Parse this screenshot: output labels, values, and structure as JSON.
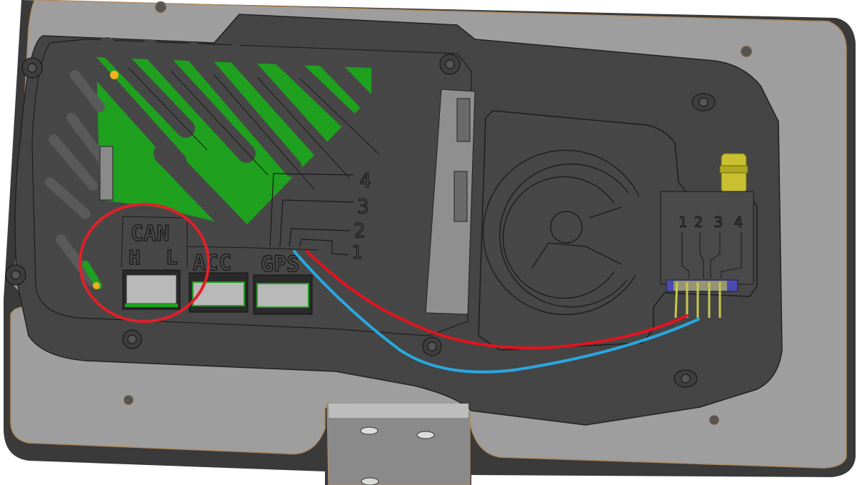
{
  "scene": {
    "title": "Enclosure CAD render with CAN / ACC / GPS connectors and 4-pin header wiring",
    "colors": {
      "background": "#ffffff",
      "plate": "#9e9e9e",
      "plate_edge": "#b08a60",
      "frame": "#3a3a3a",
      "enclosure": "#454545",
      "enclosure_dark": "#2e2e2e",
      "pcb_green": "#1fa01f",
      "connector_gray": "#b9b9b9",
      "highlight_circle": "#e0202a",
      "wire_red": "#e3141e",
      "wire_blue": "#2aa8e0",
      "antenna_gold": "#c8c030",
      "header_blue": "#4a4ab0",
      "header_pins": "#c8c850",
      "bracket": "#8a8a8a",
      "marker_yellow": "#f0b020"
    }
  },
  "labels": {
    "can": "CAN",
    "can_h": "H",
    "can_l": "L",
    "acc": "ACC",
    "gps": "GPS",
    "trace_numbers": [
      "4",
      "3",
      "2",
      "1"
    ],
    "header_numbers": [
      "1",
      "2",
      "3",
      "4"
    ]
  },
  "connectors": [
    {
      "name": "CAN",
      "highlighted": true
    },
    {
      "name": "ACC",
      "highlighted": false
    },
    {
      "name": "GPS",
      "highlighted": false
    }
  ],
  "wires": [
    {
      "color": "red",
      "from": "GPS trace 1",
      "to": "header pin 2"
    },
    {
      "color": "blue",
      "from": "GPS trace 1",
      "to": "header pin 3"
    }
  ],
  "annotation": {
    "type": "circle",
    "target": "CAN H/L connector"
  }
}
